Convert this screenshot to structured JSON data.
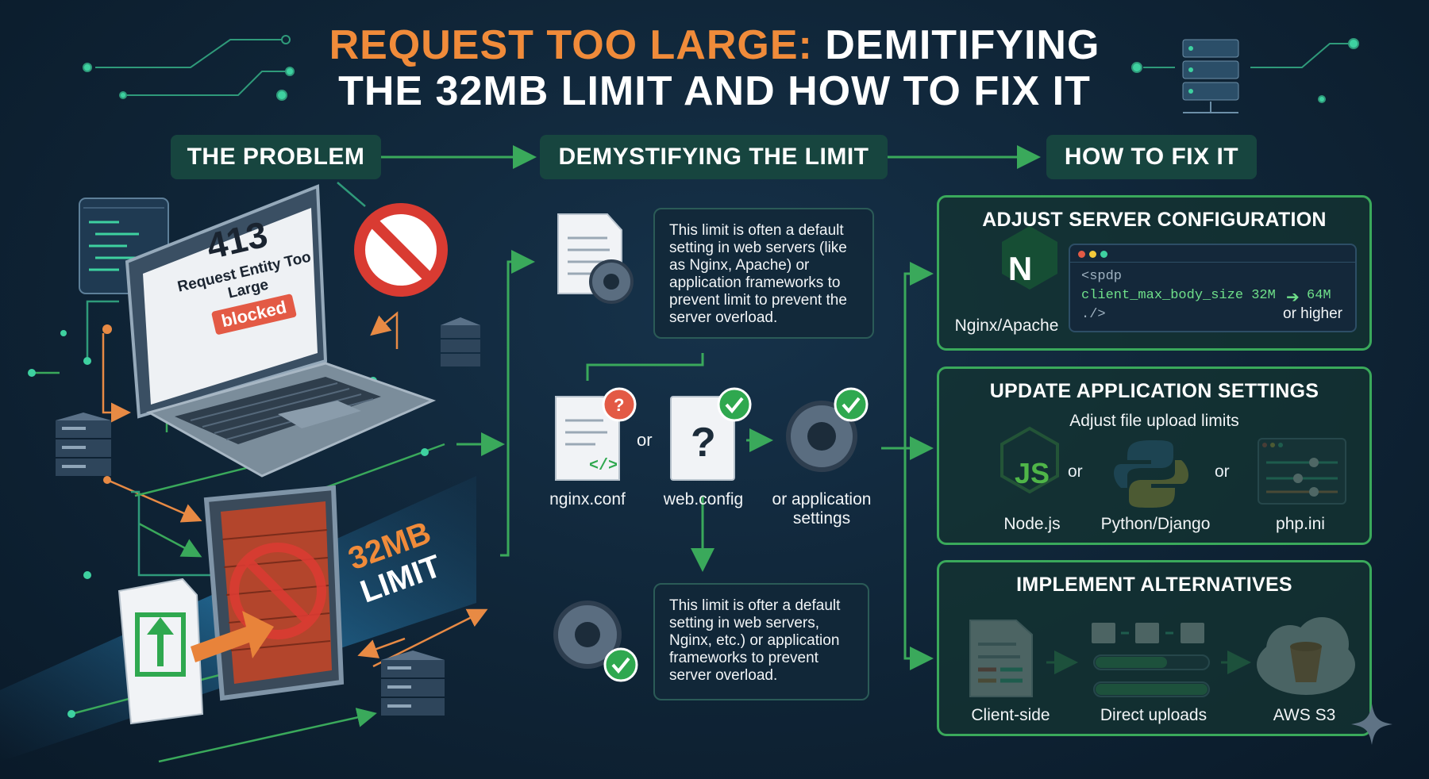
{
  "title": {
    "accent": "REQUEST TOO LARGE:",
    "rest1": " DEMITIFYING",
    "line2": "THE 32MB LIMIT AND HOW TO FIX IT"
  },
  "sections": {
    "problem": "THE PROBLEM",
    "demystify": "DEMYSTIFYING THE LIMIT",
    "fix": "HOW TO FIX IT"
  },
  "problem": {
    "error_code": "413",
    "error_text": "Request Entity Too Large",
    "badge": "blocked",
    "limit_line1": "32MB",
    "limit_line2": "LIMIT"
  },
  "demystify": {
    "box1": "This limit is often a default setting in web servers (like as Nginx, Apache) or application frameworks to prevent limit to prevent the server overload.",
    "box2": "This limit is ofter a default setting in web servers, Nginx, etc.) or application frameworks to prevent server overload.",
    "or1": "or",
    "labels": [
      "nginx.conf",
      "web.config",
      "or application settings"
    ]
  },
  "fix": {
    "server": {
      "title": "ADJUST SERVER CONFIGURATION",
      "logo_letter": "N",
      "label": "Nginx/Apache",
      "code_open": "<spdp",
      "code_directive": "client_max_body_size 32M",
      "code_new": "64M",
      "code_close": "./>",
      "code_note": "or higher"
    },
    "app": {
      "title": "UPDATE APPLICATION SETTINGS",
      "subtitle": "Adjust file upload limits",
      "or": "or",
      "labels": [
        "Node.js",
        "Python/Django",
        "php.ini"
      ],
      "node_logo": "JS"
    },
    "alt": {
      "title": "IMPLEMENT ALTERNATIVES",
      "labels": [
        "Client-side",
        "Direct uploads",
        "AWS S3"
      ]
    }
  },
  "colors": {
    "accent_orange": "#f08b3a",
    "green": "#3aa95b",
    "red": "#e35a45",
    "navy": "#0f2436"
  }
}
